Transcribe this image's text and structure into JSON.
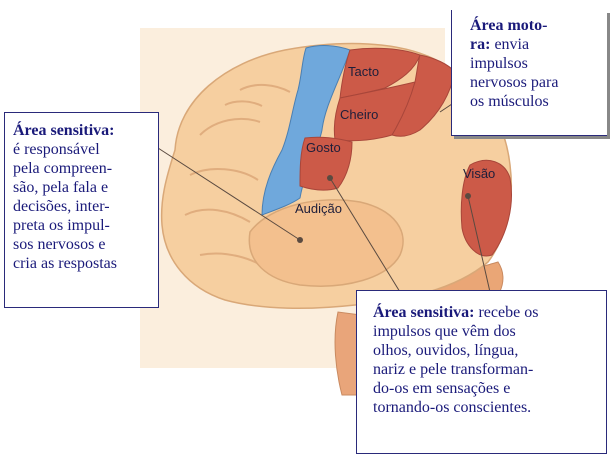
{
  "callouts": {
    "sensory_left": {
      "heading": "Área sensitiva:",
      "lines": [
        "é responsável",
        "pela compreen-",
        "são, pela fala e",
        "decisões, inter-",
        "preta os impul-",
        "sos nervosos e",
        "cria as respostas"
      ]
    },
    "motor": {
      "heading_lines": [
        "Área moto-",
        "ra:"
      ],
      "body_first": " envia",
      "lines": [
        "impulsos",
        "nervosos para",
        "os músculos"
      ]
    },
    "sensory_bottom": {
      "heading": "Área sensitiva:",
      "heading_rest": " recebe os",
      "lines": [
        "impulsos que vêm dos",
        "olhos, ouvidos, língua,",
        "nariz e pele transforman-",
        "do-os em sensações e",
        "tornando-os conscientes."
      ]
    }
  },
  "regions": {
    "tacto": "Tacto",
    "cheiro": "Cheiro",
    "gosto": "Gosto",
    "audicao": "Audição",
    "visao": "Visão"
  },
  "colors": {
    "brain": "#f6cfa0",
    "brain_shade": "#e8b684",
    "motor_area": "#6fa8dc",
    "sensory_area": "#cc5a48",
    "cerebellum": "#eaa676",
    "text": "#1a1a7a"
  }
}
